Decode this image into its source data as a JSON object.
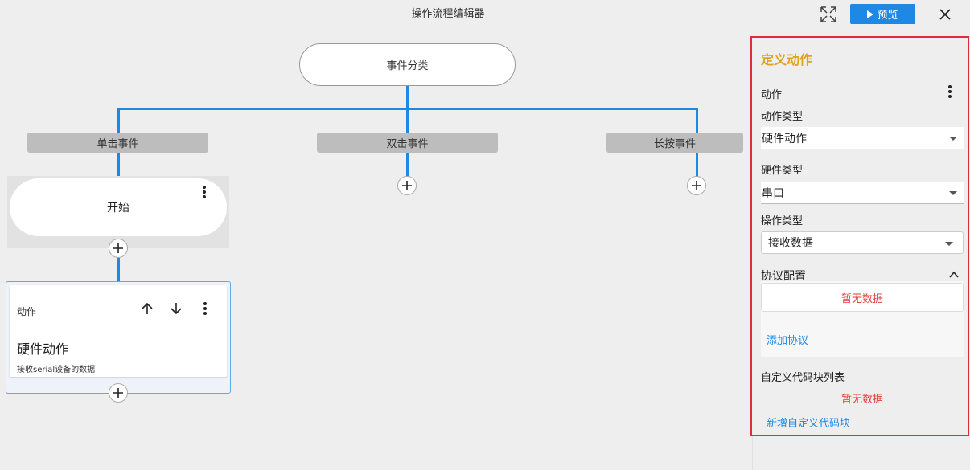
{
  "header": {
    "title": "操作流程编辑器",
    "preview_label": "预览"
  },
  "canvas": {
    "root_label": "事件分类",
    "event_tabs": [
      "单击事件",
      "双击事件",
      "长按事件"
    ],
    "start_label": "开始",
    "action_card": {
      "label": "动作",
      "title": "硬件动作",
      "description": "接收serial设备的数据"
    }
  },
  "panel": {
    "title": "定义动作",
    "action_label": "动作",
    "action_type_label": "动作类型",
    "action_type_value": "硬件动作",
    "hardware_type_label": "硬件类型",
    "hardware_type_value": "串口",
    "operation_type_label": "操作类型",
    "operation_type_value": "接收数据",
    "protocol_section_label": "协议配置",
    "protocol_empty": "暂无数据",
    "add_protocol": "添加协议",
    "code_block_list_label": "自定义代码块列表",
    "code_block_empty": "暂无数据",
    "add_code_block": "新增自定义代码块"
  },
  "colors": {
    "accent": "#1e88e5",
    "panel_title": "#e0a21a",
    "empty_text": "#e53935",
    "panel_border": "#dd2c3a"
  }
}
